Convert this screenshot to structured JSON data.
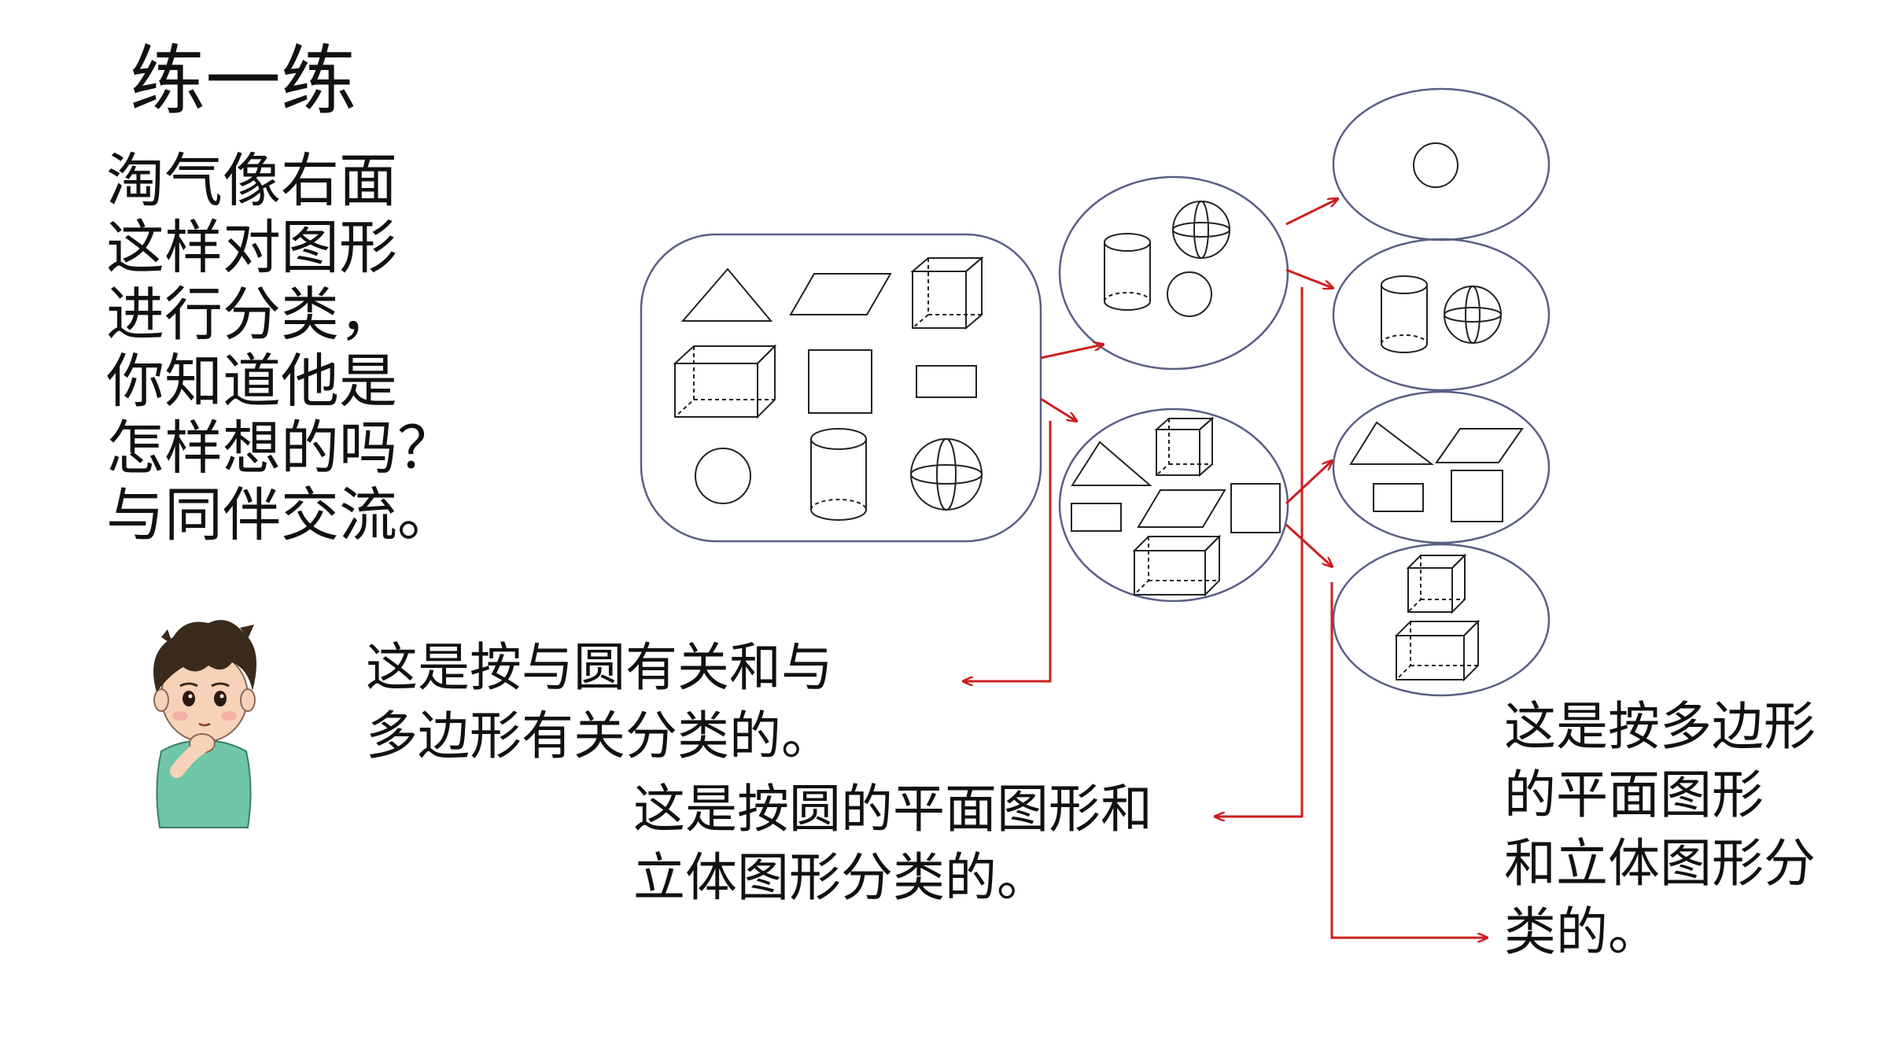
{
  "page": {
    "title": "练一练",
    "prompt_lines": [
      "淘气像右面",
      "这样对图形",
      "进行分类，",
      "你知道他是",
      "怎样想的吗？",
      "与同伴交流。"
    ]
  },
  "answers": {
    "circle_vs_polygon": [
      "这是按与圆有关和与",
      "多边形有关分类的。"
    ],
    "plane_vs_solid_circle": [
      "这是按圆的平面图形和",
      "立体图形分类的。"
    ],
    "plane_vs_solid_polygon": [
      "这是按多边形",
      "的平面图形",
      "和立体图形分",
      "类的。"
    ]
  },
  "colors": {
    "arrow": "#cc1f1f",
    "group_outline": "#5a5f86",
    "shape_stroke": "#222222",
    "boy_shirt": "#6fc6a8",
    "boy_hair": "#3a2a1c",
    "boy_skin": "#f6d3b8"
  },
  "diagram": {
    "groups": [
      {
        "id": "all-shapes",
        "shapes": [
          "triangle-icon",
          "parallelogram-icon",
          "cube-icon",
          "cuboid-icon",
          "square-icon",
          "rectangle-icon",
          "circle-icon",
          "cylinder-icon",
          "sphere-icon"
        ]
      },
      {
        "id": "circle-related",
        "shapes": [
          "cylinder-icon",
          "sphere-icon",
          "circle-icon"
        ]
      },
      {
        "id": "polygon-related",
        "shapes": [
          "triangle-icon",
          "cube-icon",
          "rectangle-icon",
          "parallelogram-icon",
          "square-icon",
          "cuboid-icon"
        ]
      },
      {
        "id": "circle-plane",
        "shapes": [
          "circle-icon"
        ]
      },
      {
        "id": "circle-solid",
        "shapes": [
          "cylinder-icon",
          "sphere-icon"
        ]
      },
      {
        "id": "polygon-plane",
        "shapes": [
          "triangle-icon",
          "parallelogram-icon",
          "rectangle-icon",
          "square-icon"
        ]
      },
      {
        "id": "polygon-solid",
        "shapes": [
          "cube-icon",
          "cuboid-icon"
        ]
      }
    ]
  }
}
